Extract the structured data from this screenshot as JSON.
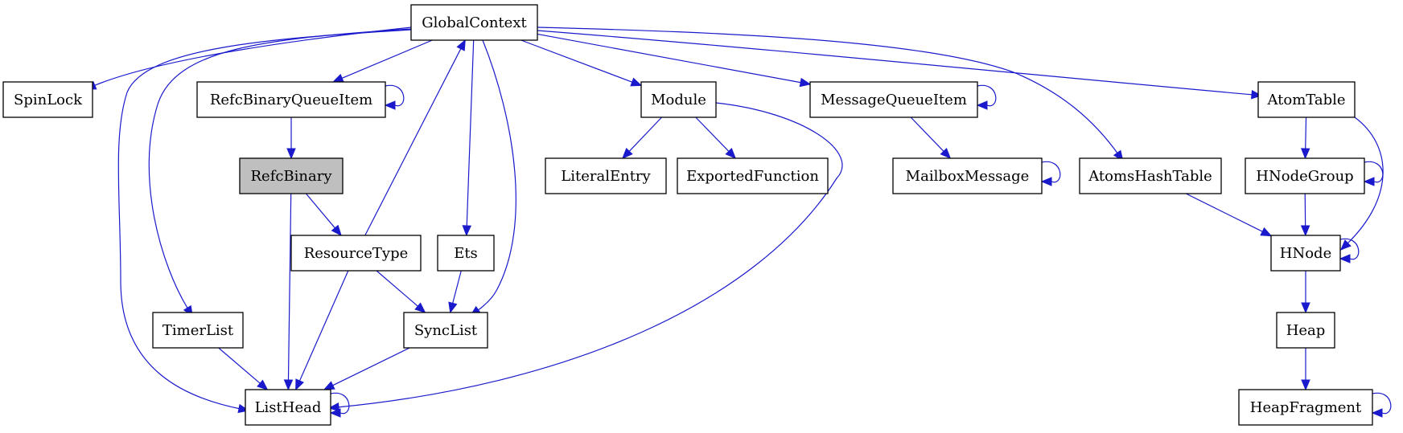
{
  "diagram": {
    "nodes": [
      {
        "id": "GlobalContext",
        "label": "GlobalContext",
        "highlight": false
      },
      {
        "id": "SpinLock",
        "label": "SpinLock",
        "highlight": false
      },
      {
        "id": "RefcBinaryQueueItem",
        "label": "RefcBinaryQueueItem",
        "highlight": false
      },
      {
        "id": "Module",
        "label": "Module",
        "highlight": false
      },
      {
        "id": "MessageQueueItem",
        "label": "MessageQueueItem",
        "highlight": false
      },
      {
        "id": "AtomTable",
        "label": "AtomTable",
        "highlight": false
      },
      {
        "id": "RefcBinary",
        "label": "RefcBinary",
        "highlight": true
      },
      {
        "id": "LiteralEntry",
        "label": "LiteralEntry",
        "highlight": false
      },
      {
        "id": "ExportedFunction",
        "label": "ExportedFunction",
        "highlight": false
      },
      {
        "id": "MailboxMessage",
        "label": "MailboxMessage",
        "highlight": false
      },
      {
        "id": "AtomsHashTable",
        "label": "AtomsHashTable",
        "highlight": false
      },
      {
        "id": "HNodeGroup",
        "label": "HNodeGroup",
        "highlight": false
      },
      {
        "id": "ResourceType",
        "label": "ResourceType",
        "highlight": false
      },
      {
        "id": "Ets",
        "label": "Ets",
        "highlight": false
      },
      {
        "id": "HNode",
        "label": "HNode",
        "highlight": false
      },
      {
        "id": "TimerList",
        "label": "TimerList",
        "highlight": false
      },
      {
        "id": "SyncList",
        "label": "SyncList",
        "highlight": false
      },
      {
        "id": "Heap",
        "label": "Heap",
        "highlight": false
      },
      {
        "id": "ListHead",
        "label": "ListHead",
        "highlight": false
      },
      {
        "id": "HeapFragment",
        "label": "HeapFragment",
        "highlight": false
      }
    ],
    "edges": [
      {
        "from": "GlobalContext",
        "to": "SpinLock"
      },
      {
        "from": "GlobalContext",
        "to": "RefcBinaryQueueItem"
      },
      {
        "from": "GlobalContext",
        "to": "Module"
      },
      {
        "from": "GlobalContext",
        "to": "MessageQueueItem"
      },
      {
        "from": "GlobalContext",
        "to": "AtomTable"
      },
      {
        "from": "GlobalContext",
        "to": "AtomsHashTable"
      },
      {
        "from": "GlobalContext",
        "to": "Ets"
      },
      {
        "from": "GlobalContext",
        "to": "SyncList"
      },
      {
        "from": "GlobalContext",
        "to": "TimerList"
      },
      {
        "from": "GlobalContext",
        "to": "ListHead"
      },
      {
        "from": "RefcBinaryQueueItem",
        "to": "RefcBinaryQueueItem"
      },
      {
        "from": "RefcBinaryQueueItem",
        "to": "RefcBinary"
      },
      {
        "from": "RefcBinary",
        "to": "ResourceType"
      },
      {
        "from": "RefcBinary",
        "to": "ListHead"
      },
      {
        "from": "ResourceType",
        "to": "GlobalContext"
      },
      {
        "from": "ResourceType",
        "to": "SyncList"
      },
      {
        "from": "ResourceType",
        "to": "ListHead"
      },
      {
        "from": "Ets",
        "to": "SyncList"
      },
      {
        "from": "SyncList",
        "to": "ListHead"
      },
      {
        "from": "TimerList",
        "to": "ListHead"
      },
      {
        "from": "ListHead",
        "to": "ListHead"
      },
      {
        "from": "Module",
        "to": "LiteralEntry"
      },
      {
        "from": "Module",
        "to": "ExportedFunction"
      },
      {
        "from": "Module",
        "to": "ListHead"
      },
      {
        "from": "MessageQueueItem",
        "to": "MessageQueueItem"
      },
      {
        "from": "MessageQueueItem",
        "to": "MailboxMessage"
      },
      {
        "from": "MailboxMessage",
        "to": "MailboxMessage"
      },
      {
        "from": "AtomTable",
        "to": "HNodeGroup"
      },
      {
        "from": "AtomTable",
        "to": "HNode"
      },
      {
        "from": "AtomsHashTable",
        "to": "HNode"
      },
      {
        "from": "HNodeGroup",
        "to": "HNodeGroup"
      },
      {
        "from": "HNodeGroup",
        "to": "HNode"
      },
      {
        "from": "HNode",
        "to": "HNode"
      },
      {
        "from": "HNode",
        "to": "Heap"
      },
      {
        "from": "Heap",
        "to": "HeapFragment"
      },
      {
        "from": "HeapFragment",
        "to": "HeapFragment"
      }
    ]
  }
}
